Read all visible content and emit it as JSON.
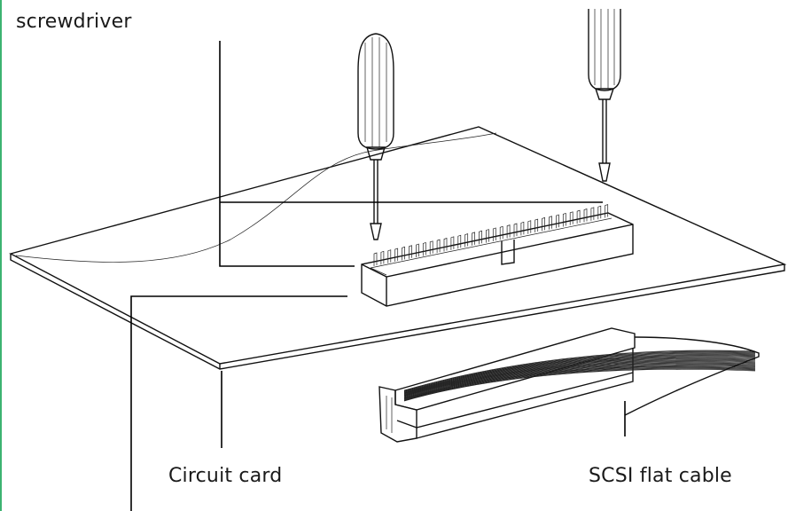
{
  "labels": {
    "screwdriver": "screwdriver",
    "circuit_card": "Circuit card",
    "scsi_flat_cable": "SCSI flat cable"
  },
  "icons": {
    "tool": "screwdriver-icon",
    "card": "circuit-card-icon",
    "connector": "ribbon-connector-icon"
  },
  "colors": {
    "line": "#111111",
    "accent_rule": "#3cb371",
    "background": "#ffffff"
  }
}
